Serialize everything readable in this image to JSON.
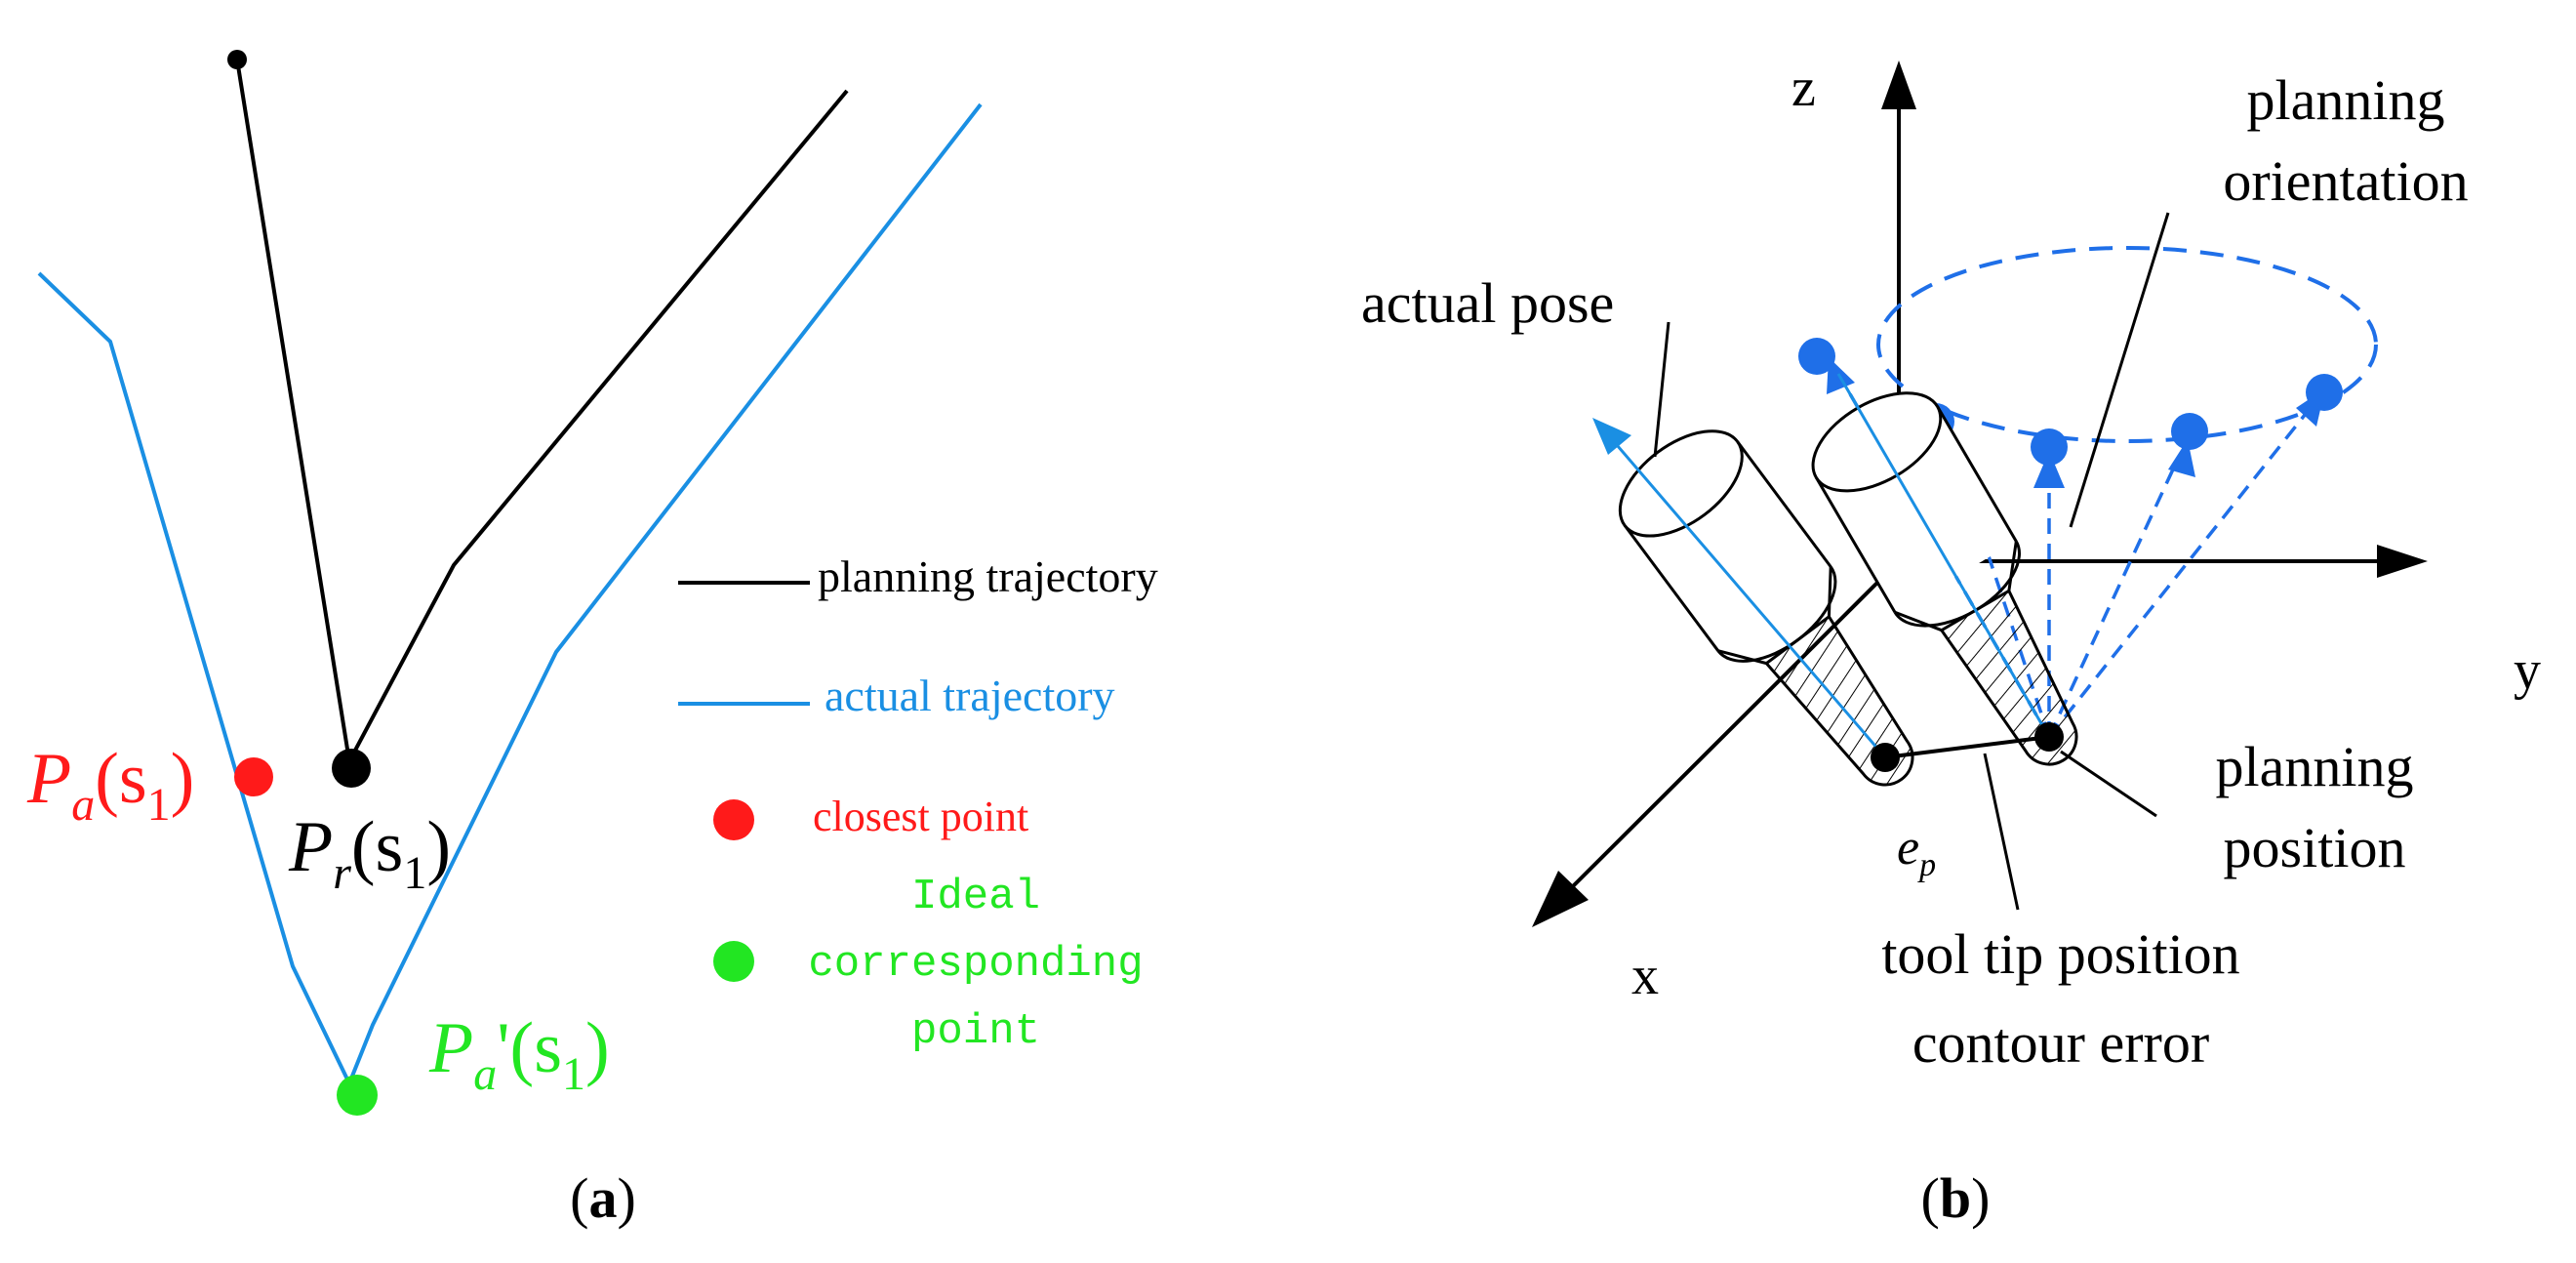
{
  "colors": {
    "black": "#000000",
    "planning_line": "#000000",
    "actual_line": "#1a8fe3",
    "closest": "#ff1a1a",
    "ideal": "#22e622",
    "pose_blue": "#1f6fe8"
  },
  "panel_a": {
    "caption_open": "(",
    "caption_letter": "a",
    "caption_close": ")",
    "point_pa": {
      "P": "P",
      "sub": "a",
      "arg": "(s",
      "argsub": "1",
      "close": ")"
    },
    "point_pr": {
      "P": "P",
      "sub": "r",
      "arg": "(s",
      "argsub": "1",
      "close": ")"
    },
    "point_pa_prime": {
      "P": "P",
      "sub": "a",
      "prime": "'",
      "arg": "(s",
      "argsub": "1",
      "close": ")"
    },
    "legend": {
      "planning": "planning trajectory",
      "actual": "actual trajectory",
      "closest": "closest point",
      "ideal_line1": "Ideal",
      "ideal_line2": "corresponding",
      "ideal_line3": "point"
    }
  },
  "panel_b": {
    "caption_open": "(",
    "caption_letter": "b",
    "caption_close": ")",
    "axis_x": "x",
    "axis_y": "y",
    "axis_z": "z",
    "planning_orientation_1": "planning",
    "planning_orientation_2": "orientation",
    "actual_pose": "actual pose",
    "planning_position_1": "planning",
    "planning_position_2": "position",
    "ep_e": "e",
    "ep_sub": "p",
    "contour_1": "tool tip position",
    "contour_2": "contour error"
  }
}
